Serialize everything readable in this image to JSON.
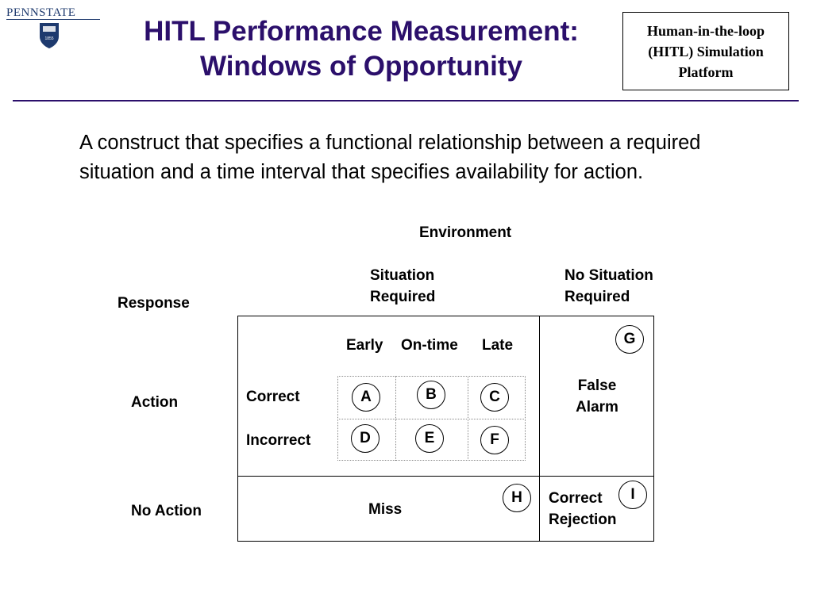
{
  "logo": {
    "wordmark": "PENNSTATE",
    "seal_year": "1855"
  },
  "slide": {
    "title_line1": "HITL Performance Measurement:",
    "title_line2": "Windows of Opportunity",
    "platform_box": "Human-in-the-loop (HITL) Simulation Platform",
    "intro": "A construct that specifies a functional relationship between a required situation and a time interval that specifies availability for action."
  },
  "diagram": {
    "environment": "Environment",
    "col_situation": "Situation\nRequired",
    "col_no_situation": "No Situation\nRequired",
    "response": "Response",
    "row_action": "Action",
    "row_no_action": "No Action",
    "timing_early": "Early",
    "timing_ontime": "On-time",
    "timing_late": "Late",
    "correct": "Correct",
    "incorrect": "Incorrect",
    "false_alarm": "False\nAlarm",
    "miss": "Miss",
    "correct_rejection": "Correct\nRejection",
    "cells": {
      "a": "A",
      "b": "B",
      "c": "C",
      "d": "D",
      "e": "E",
      "f": "F",
      "g": "G",
      "h": "H",
      "i": "I"
    }
  },
  "colors": {
    "title": "#2b0f6b",
    "rule": "#2b0f6b",
    "logo": "#1e3a6e"
  }
}
